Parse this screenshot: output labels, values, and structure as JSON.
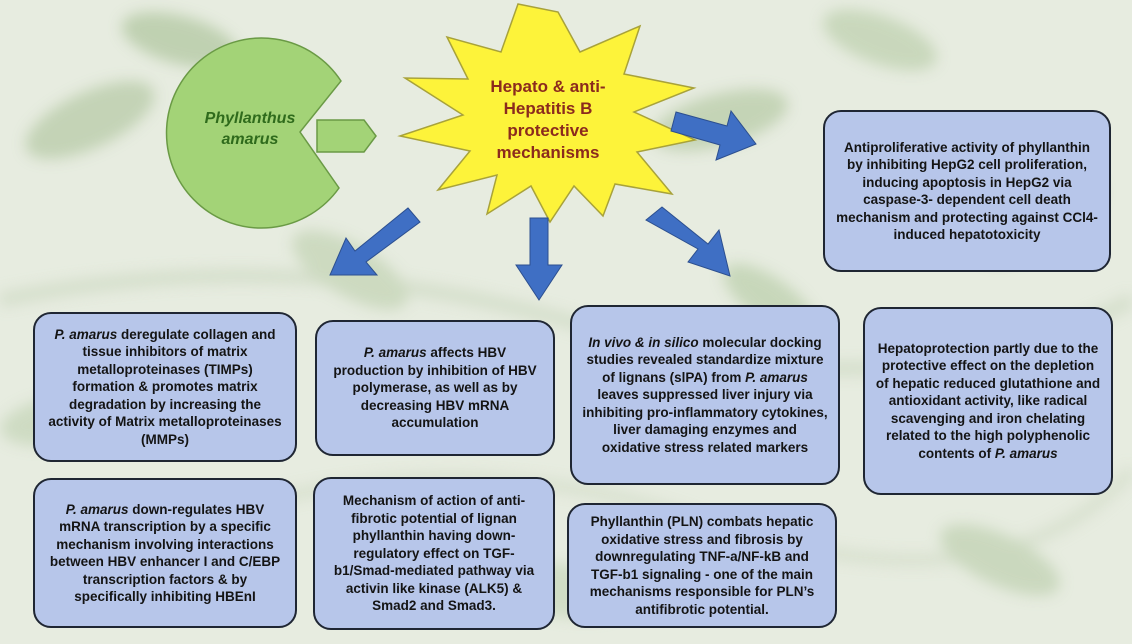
{
  "center": {
    "lines": [
      "Hepato & anti-",
      "Hepatitis B",
      "protective",
      "mechanisms"
    ]
  },
  "plant": {
    "lines": [
      "Phyllanthus",
      "amarus"
    ]
  },
  "colors": {
    "star_fill": "#fdf33a",
    "star_stroke": "#a8a23a",
    "pacman_fill": "#a3d377",
    "pacman_stroke": "#6a9a45",
    "arrow_fill": "#3f6fc4",
    "box_fill": "#b7c6ea",
    "box_stroke": "#1f2633",
    "center_text": "#8b2a1d",
    "plant_text": "#2f6b1c"
  },
  "boxes": {
    "antiproliferative": {
      "text": "Antiproliferative activity of phyllanthin by inhibiting HepG2 cell proliferation, inducing apoptosis in HepG2 via caspase-3- dependent cell death mechanism and protecting against CCl4-induced hepatotoxicity"
    },
    "collagen": {
      "italic": "P. amarus",
      "text": " deregulate collagen and tissue inhibitors of matrix metalloproteinases (TIMPs) formation & promotes matrix degradation by increasing the activity of Matrix metalloproteinases (MMPs)"
    },
    "hbv_production": {
      "italic": "P. amarus",
      "text": " affects HBV production by inhibition of HBV polymerase, as well as by decreasing HBV mRNA accumulation"
    },
    "in_vivo": {
      "italic": "In vivo & in silico",
      "text_a": " molecular docking studies revealed standardize mixture of lignans (slPA) from ",
      "italic_b": "P. amarus",
      "text_b": " leaves suppressed liver injury via inhibiting pro-inflammatory cytokines, liver damaging enzymes and oxidative stress related markers"
    },
    "hepatoprotection": {
      "text": "Hepatoprotection partly due to the protective effect on the depletion of hepatic reduced glutathione and antioxidant activity, like radical scavenging and iron chelating related to the high polyphenolic contents of ",
      "italic": "P. amarus"
    },
    "down_regulates": {
      "italic": "P. amarus",
      "text": " down-regulates HBV mRNA transcription by a specific mechanism involving interactions between HBV enhancer I and C/EBP transcription factors & by specifically inhibiting HBEnI"
    },
    "antifibrotic": {
      "text": "Mechanism of action of anti-fibrotic potential of lignan phyllanthin having down-regulatory effect on TGF-b1/Smad-mediated pathway via activin like kinase (ALK5) & Smad2 and Smad3."
    },
    "pln": {
      "text": "Phyllanthin (PLN) combats hepatic oxidative stress and fibrosis by downregulating TNF-a/NF-kB and TGF-b1 signaling - one of the main mechanisms responsible for PLN’s antifibrotic potential."
    }
  }
}
